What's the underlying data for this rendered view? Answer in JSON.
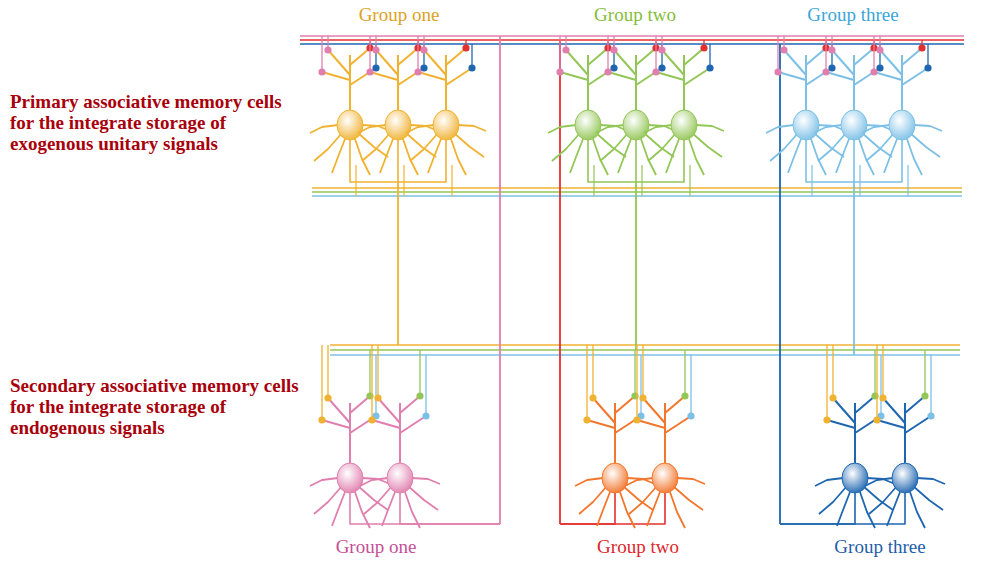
{
  "diagram": {
    "labels": [
      "Group one",
      "Group two",
      "Group three",
      "Primary associative memory cells for the integrate storage of exogenous unitary signals",
      "Secondary associative memory cells for the integrate storage of endogenous signals",
      "Group one",
      "Group two",
      "Group three"
    ]
  }
}
